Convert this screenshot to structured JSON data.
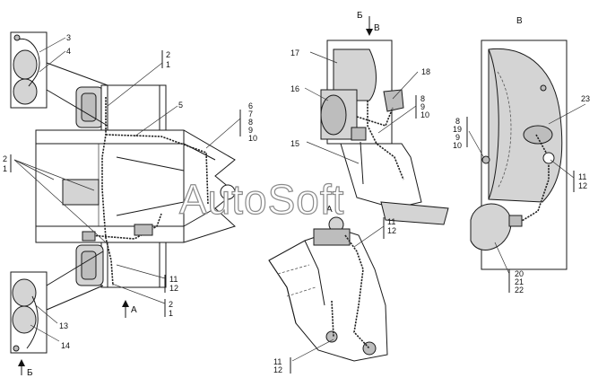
{
  "watermark": "AutoSoft",
  "views": {
    "b_top": "Б",
    "v_top": "В",
    "v_right": "В",
    "a_center": "А",
    "a_arrow": "А",
    "b_bottom": "Б"
  },
  "callouts": {
    "c3": "3",
    "c4": "4",
    "c2a": "2",
    "c1a": "1",
    "c5": "5",
    "c2b": "2",
    "c1b": "1",
    "c6": "6",
    "c7": "7",
    "c8": "8",
    "c9": "9",
    "c10": "10",
    "c11a": "11",
    "c12a": "12",
    "c2c": "2",
    "c1c": "1",
    "c13": "13",
    "c14": "14",
    "c17": "17",
    "c16": "16",
    "c15": "15",
    "c18": "18",
    "c8b": "8",
    "c9b": "9",
    "c10b": "10",
    "c11b": "11",
    "c12b": "12",
    "c11c": "11",
    "c12c": "12",
    "c23": "23",
    "c8c": "8",
    "c19": "19",
    "c9c": "9",
    "c10c": "10",
    "c11d": "11",
    "c12d": "12",
    "c20": "20",
    "c21": "21",
    "c22": "22"
  }
}
